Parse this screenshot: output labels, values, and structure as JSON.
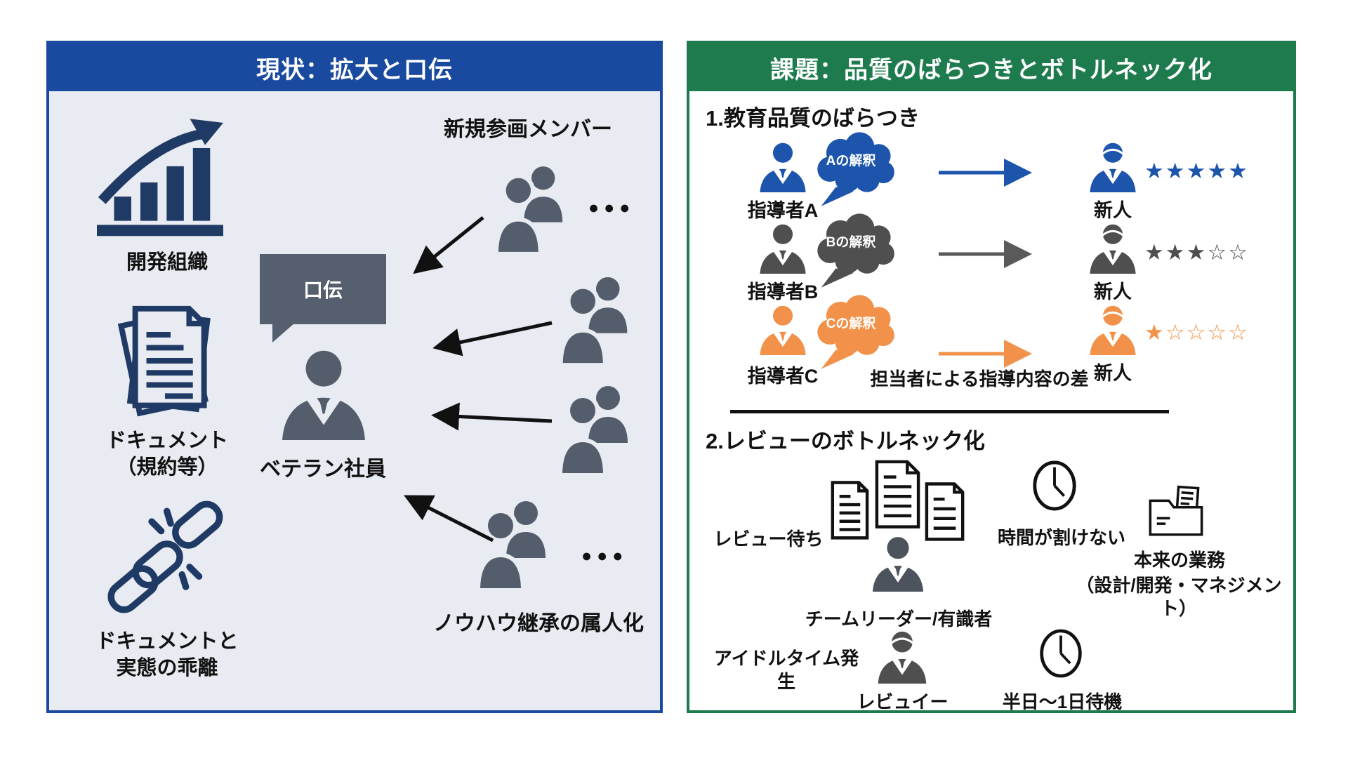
{
  "left_panel": {
    "title": "現状：拡大と口伝",
    "accent_color": "#1a4a9f",
    "body_color": "#e8ebf1",
    "icon_color": "#203a66",
    "figure_color": "#535d6c",
    "org": {
      "label": "開発組織",
      "icon": "growth-chart-icon"
    },
    "docs": {
      "label_line1": "ドキュメント",
      "label_line2": "（規約等）",
      "icon": "document-stack-icon"
    },
    "gap": {
      "label_line1": "ドキュメントと",
      "label_line2": "実態の乖離",
      "icon": "broken-chain-icon"
    },
    "bubble": {
      "label": "口伝"
    },
    "veteran": {
      "label": "ベテラン社員",
      "icon": "veteran-person-icon"
    },
    "newcomers": {
      "label": "新規参画メンバー",
      "icon": "people-group-icon",
      "dots": "●●●"
    },
    "knowhow_label": "ノウハウ継承の属人化"
  },
  "right_panel": {
    "title": "課題：品質のばらつきとボトルネック化",
    "accent_color": "#1e7b4e",
    "section1": {
      "heading": "1.教育品質のばらつき",
      "rows": [
        {
          "instructor_label": "指導者A",
          "cloud_label": "Aの解釈",
          "novice_label": "新人",
          "stars": "★★★★★",
          "color": "#1d55ad"
        },
        {
          "instructor_label": "指導者B",
          "cloud_label": "Bの解釈",
          "novice_label": "新人",
          "stars": "★★★☆☆",
          "color": "#4f4f4f"
        },
        {
          "instructor_label": "指導者C",
          "cloud_label": "Cの解釈",
          "novice_label": "新人",
          "stars": "★☆☆☆☆",
          "color": "#f2924a"
        }
      ],
      "note": "担当者による指導内容の差"
    },
    "section2": {
      "heading": "2.レビューのボトルネック化",
      "review_wait_label": "レビュー待ち",
      "documents_icon": "document-cluster-icon",
      "team_leader_label": "チームリーダー/有識者",
      "clock_icon": "clock-icon",
      "no_time_label": "時間が割けない",
      "folder_icon": "folder-document-icon",
      "main_work_label": "本来の業務",
      "main_work_note": "（設計/開発・マネジメント）",
      "idle_label": "アイドルタイム発生",
      "reviewee_label": "レビュイー",
      "wait_time_label": "半日〜1日待機"
    }
  }
}
